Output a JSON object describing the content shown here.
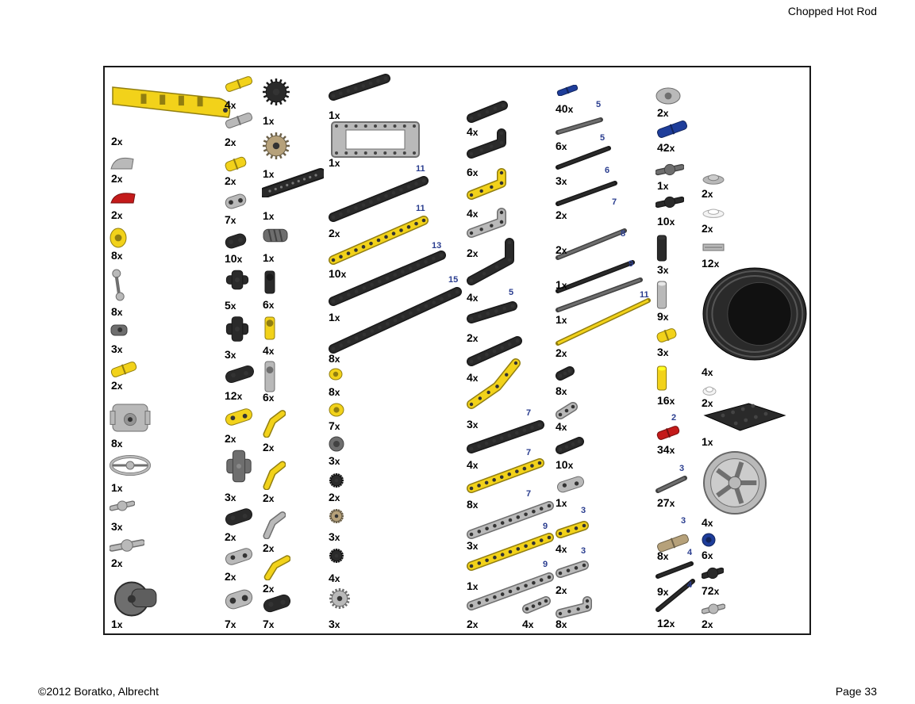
{
  "header": {
    "title": "Chopped Hot Rod"
  },
  "footer": {
    "copyright": "©2012 Boratko, Albrecht",
    "page": "Page 33"
  },
  "colors": {
    "yellow": "#f2d21a",
    "black": "#2a2a2a",
    "lightgray": "#b9b9b9",
    "darkgray": "#6e6e6e",
    "blue": "#1e3d9a",
    "red": "#c41a1a",
    "tan": "#b6a17a",
    "white": "#f4f4f4"
  },
  "parts": [
    {
      "id": "p1",
      "qty": "2",
      "shape": "panel",
      "color": "yellow"
    },
    {
      "id": "p2",
      "qty": "2",
      "shape": "wedge",
      "color": "lightgray"
    },
    {
      "id": "p3",
      "qty": "2",
      "shape": "wedge",
      "color": "red"
    },
    {
      "id": "p4",
      "qty": "8",
      "shape": "bush",
      "color": "yellow"
    },
    {
      "id": "p5",
      "qty": "8",
      "shape": "ballrod",
      "color": "lightgray"
    },
    {
      "id": "p6",
      "qty": "3",
      "shape": "nut",
      "color": "darkgray"
    },
    {
      "id": "p7",
      "qty": "2",
      "shape": "pin",
      "color": "yellow"
    },
    {
      "id": "p8",
      "qty": "8",
      "shape": "block",
      "color": "lightgray"
    },
    {
      "id": "p9",
      "qty": "1",
      "shape": "steering",
      "color": "lightgray"
    },
    {
      "id": "p10",
      "qty": "3",
      "shape": "joint",
      "color": "lightgray"
    },
    {
      "id": "p11",
      "qty": "2",
      "shape": "joint",
      "color": "lightgray"
    },
    {
      "id": "p12",
      "qty": "1",
      "shape": "diff",
      "color": "darkgray"
    },
    {
      "id": "p13",
      "qty": "4",
      "shape": "pin",
      "color": "yellow"
    },
    {
      "id": "p14",
      "qty": "2",
      "shape": "pin",
      "color": "lightgray"
    },
    {
      "id": "p15",
      "qty": "2",
      "shape": "pin",
      "color": "yellow"
    },
    {
      "id": "p16",
      "qty": "7",
      "shape": "conn",
      "color": "lightgray"
    },
    {
      "id": "p17",
      "qty": "10",
      "shape": "conn",
      "color": "black"
    },
    {
      "id": "p18",
      "qty": "5",
      "shape": "cross",
      "color": "black"
    },
    {
      "id": "p19",
      "qty": "3",
      "shape": "cross",
      "color": "black"
    },
    {
      "id": "p20",
      "qty": "12",
      "shape": "conn",
      "color": "black"
    },
    {
      "id": "p21",
      "qty": "2",
      "shape": "conn",
      "color": "yellow"
    },
    {
      "id": "p22",
      "qty": "3",
      "shape": "cross",
      "color": "darkgray"
    },
    {
      "id": "p23",
      "qty": "2",
      "shape": "conn",
      "color": "black"
    },
    {
      "id": "p24",
      "qty": "2",
      "shape": "conn",
      "color": "lightgray"
    },
    {
      "id": "p25",
      "qty": "7",
      "shape": "conn",
      "color": "lightgray"
    },
    {
      "id": "p26",
      "qty": "1",
      "shape": "gear",
      "color": "black"
    },
    {
      "id": "p27",
      "qty": "1",
      "shape": "gear",
      "color": "tan"
    },
    {
      "id": "p28",
      "qty": "1",
      "shape": "rack",
      "color": "black"
    },
    {
      "id": "p29",
      "qty": "1",
      "shape": "worm",
      "color": "darkgray"
    },
    {
      "id": "p30",
      "qty": "6",
      "shape": "axleconn",
      "color": "black"
    },
    {
      "id": "p31",
      "qty": "4",
      "shape": "axleconn",
      "color": "yellow"
    },
    {
      "id": "p32",
      "qty": "6",
      "shape": "axleconn",
      "color": "lightgray"
    },
    {
      "id": "p33",
      "qty": "2",
      "shape": "angle",
      "color": "yellow"
    },
    {
      "id": "p34",
      "qty": "2",
      "shape": "angle",
      "color": "yellow"
    },
    {
      "id": "p35",
      "qty": "2",
      "shape": "angle",
      "color": "lightgray"
    },
    {
      "id": "p36",
      "qty": "2",
      "shape": "angle",
      "color": "yellow"
    },
    {
      "id": "p37",
      "qty": "7",
      "shape": "conn",
      "color": "black"
    },
    {
      "id": "p38",
      "qty": "8",
      "shape": "bush",
      "color": "yellow"
    },
    {
      "id": "p39",
      "qty": "7",
      "shape": "bush",
      "color": "yellow"
    },
    {
      "id": "p40",
      "qty": "3",
      "shape": "bush",
      "color": "darkgray"
    },
    {
      "id": "p41",
      "qty": "2",
      "shape": "gear",
      "color": "black"
    },
    {
      "id": "p42",
      "qty": "3",
      "shape": "gear",
      "color": "tan"
    },
    {
      "id": "p43",
      "qty": "4",
      "shape": "gear",
      "color": "black"
    },
    {
      "id": "p44",
      "qty": "3",
      "shape": "gear",
      "color": "lightgray"
    },
    {
      "id": "p45",
      "qty": "1",
      "shape": "beam",
      "color": "black"
    },
    {
      "id": "p46",
      "qty": "1",
      "shape": "frame",
      "color": "lightgray"
    },
    {
      "id": "p47",
      "qty": "2",
      "len": "11",
      "shape": "beam",
      "color": "black"
    },
    {
      "id": "p48",
      "qty": "10",
      "len": "11",
      "shape": "beam",
      "color": "yellow"
    },
    {
      "id": "p49",
      "qty": "1",
      "len": "13",
      "shape": "beam",
      "color": "black"
    },
    {
      "id": "p50",
      "qty": "8",
      "len": "15",
      "shape": "beam",
      "color": "black"
    },
    {
      "id": "p51",
      "qty": "4",
      "shape": "beam",
      "color": "black"
    },
    {
      "id": "p52",
      "qty": "6",
      "shape": "lbeam",
      "color": "black"
    },
    {
      "id": "p53",
      "qty": "4",
      "shape": "lbeam",
      "color": "yellow"
    },
    {
      "id": "p54",
      "qty": "2",
      "shape": "lbeam",
      "color": "lightgray"
    },
    {
      "id": "p55",
      "qty": "4",
      "shape": "lbeam",
      "color": "black"
    },
    {
      "id": "p56",
      "qty": "2",
      "len": "5",
      "shape": "beam",
      "color": "black"
    },
    {
      "id": "p57",
      "qty": "4",
      "shape": "beam",
      "color": "black"
    },
    {
      "id": "p58",
      "qty": "3",
      "shape": "bentbeam",
      "color": "yellow"
    },
    {
      "id": "p59",
      "qty": "4",
      "len": "7",
      "shape": "beam",
      "color": "black"
    },
    {
      "id": "p60",
      "qty": "8",
      "len": "7",
      "shape": "beam",
      "color": "yellow"
    },
    {
      "id": "p61",
      "qty": "3",
      "len": "7",
      "shape": "beam",
      "color": "lightgray"
    },
    {
      "id": "p62",
      "qty": "1",
      "len": "9",
      "shape": "beam",
      "color": "yellow"
    },
    {
      "id": "p63",
      "qty": "2",
      "len": "9",
      "shape": "beam",
      "color": "lightgray"
    },
    {
      "id": "p64",
      "qty": "4",
      "shape": "beam",
      "color": "lightgray"
    },
    {
      "id": "p65",
      "qty": "40",
      "len": "5",
      "shape": "pin",
      "color": "blue"
    },
    {
      "id": "p66",
      "qty": "6",
      "len": "5",
      "shape": "axle",
      "color": "darkgray"
    },
    {
      "id": "p67",
      "qty": "3",
      "len": "6",
      "shape": "axle",
      "color": "black"
    },
    {
      "id": "p68",
      "qty": "2",
      "len": "7",
      "shape": "axle",
      "color": "black"
    },
    {
      "id": "p69",
      "qty": "2",
      "len": "8",
      "shape": "axle",
      "color": "darkgray"
    },
    {
      "id": "p70",
      "qty": "1",
      "len": "9",
      "shape": "axle",
      "color": "black"
    },
    {
      "id": "p71",
      "qty": "1",
      "len": "11",
      "shape": "axle",
      "color": "darkgray"
    },
    {
      "id": "p72",
      "qty": "2",
      "shape": "axle",
      "color": "yellow"
    },
    {
      "id": "p73",
      "qty": "8",
      "shape": "beam",
      "color": "black"
    },
    {
      "id": "p74",
      "qty": "4",
      "shape": "beam",
      "color": "lightgray"
    },
    {
      "id": "p75",
      "qty": "10",
      "shape": "beam",
      "color": "black"
    },
    {
      "id": "p76",
      "qty": "1",
      "shape": "conn",
      "color": "lightgray"
    },
    {
      "id": "p77",
      "qty": "4",
      "len": "3",
      "shape": "beam",
      "color": "yellow"
    },
    {
      "id": "p78",
      "qty": "2",
      "len": "3",
      "shape": "beam",
      "color": "lightgray"
    },
    {
      "id": "p79",
      "qty": "8",
      "shape": "lbeam",
      "color": "lightgray"
    },
    {
      "id": "p80",
      "qty": "2",
      "shape": "bush",
      "color": "lightgray"
    },
    {
      "id": "p81",
      "qty": "42",
      "shape": "pin",
      "color": "blue"
    },
    {
      "id": "p82",
      "qty": "1",
      "shape": "joint",
      "color": "darkgray"
    },
    {
      "id": "p83",
      "qty": "10",
      "shape": "joint",
      "color": "black"
    },
    {
      "id": "p84",
      "qty": "3",
      "shape": "tube",
      "color": "black"
    },
    {
      "id": "p85",
      "qty": "9",
      "shape": "tube",
      "color": "lightgray"
    },
    {
      "id": "p86",
      "qty": "3",
      "shape": "pin",
      "color": "yellow"
    },
    {
      "id": "p87",
      "qty": "16",
      "shape": "tube",
      "color": "yellow"
    },
    {
      "id": "p88",
      "qty": "34",
      "len": "2",
      "shape": "pin",
      "color": "red"
    },
    {
      "id": "p89",
      "qty": "27",
      "len": "3",
      "shape": "axle",
      "color": "darkgray"
    },
    {
      "id": "p90",
      "qty": "8",
      "len": "3",
      "shape": "pin",
      "color": "tan"
    },
    {
      "id": "p91",
      "qty": "9",
      "len": "4",
      "shape": "axle",
      "color": "black"
    },
    {
      "id": "p92",
      "qty": "12",
      "len": "4",
      "shape": "axle",
      "color": "black"
    },
    {
      "id": "p93",
      "qty": "2",
      "shape": "dish",
      "color": "lightgray"
    },
    {
      "id": "p94",
      "qty": "2",
      "shape": "dish",
      "color": "white"
    },
    {
      "id": "p95",
      "qty": "12",
      "shape": "tile",
      "color": "lightgray"
    },
    {
      "id": "p96",
      "qty": "4",
      "shape": "tire",
      "color": "black"
    },
    {
      "id": "p97",
      "qty": "2",
      "shape": "dish",
      "color": "white"
    },
    {
      "id": "p98",
      "qty": "1",
      "shape": "plate",
      "color": "black"
    },
    {
      "id": "p99",
      "qty": "4",
      "shape": "rim",
      "color": "lightgray"
    },
    {
      "id": "p100",
      "qty": "6",
      "shape": "bush",
      "color": "blue"
    },
    {
      "id": "p101",
      "qty": "72",
      "shape": "joint",
      "color": "black"
    },
    {
      "id": "p102",
      "qty": "2",
      "shape": "joint",
      "color": "lightgray"
    }
  ]
}
